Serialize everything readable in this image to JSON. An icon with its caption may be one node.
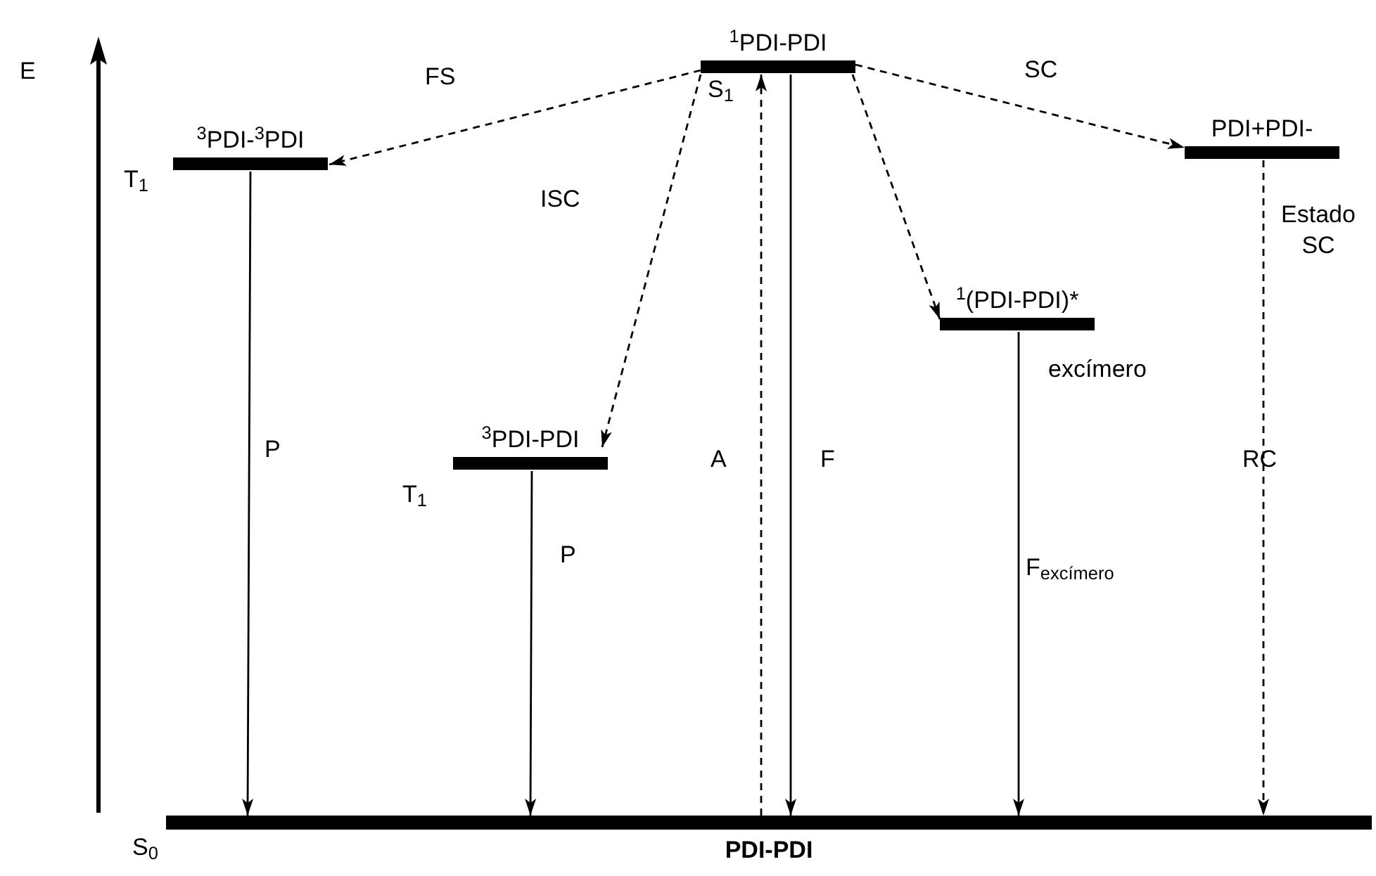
{
  "diagram": {
    "nodes": [
      {
        "text": [
          "$^{1}$PDI-PDI"
        ],
        "beside": [
          "S$_{1}$"
        ]
      },
      {
        "text": [
          "$^{3}$PDI-$^{3}$PDI"
        ],
        "beside": [
          "T$_{1}$"
        ]
      },
      {
        "text": [
          "$^{3}$PDI-PDI"
        ],
        "beside": [
          "T$_{1}$"
        ]
      },
      {
        "text": [
          "$^{1}$(PDI-PDI)*"
        ],
        "beside": [
          "excímero"
        ]
      },
      {
        "text": [
          "PDI+PDI-"
        ],
        "beside": [
          "Estado SC"
        ]
      },
      {
        "text": [
          "PDI-PDI"
        ],
        "beside": [
          "S$_{0}$"
        ]
      }
    ],
    "edges": [
      {
        "from": 0,
        "to": 1,
        "arrow": "to",
        "label": "FS",
        "style": "dashed"
      },
      {
        "from": 0,
        "to": 2,
        "arrow": "to",
        "label": "ISC",
        "style": "dashed"
      },
      {
        "from": 0,
        "to": 3,
        "arrow": "to",
        "style": "dashed"
      },
      {
        "from": 0,
        "to": 4,
        "arrow": "to",
        "label": "SC",
        "style": "dashed"
      },
      {
        "from": 5,
        "to": 0,
        "arrow": "to",
        "label": "A",
        "style": "dashed"
      },
      {
        "from": 0,
        "to": 5,
        "arrow": "to",
        "label": "F"
      },
      {
        "from": 1,
        "to": 5,
        "arrow": "to",
        "label": "P"
      },
      {
        "from": 2,
        "to": 5,
        "arrow": "to",
        "label": "P"
      },
      {
        "from": 3,
        "to": 5,
        "arrow": "to",
        "label": "F$_{excímero}$"
      },
      {
        "from": 4,
        "to": 5,
        "arrow": "to",
        "label": "RC",
        "style": "dashed"
      }
    ],
    "labels": [
      "E"
    ]
  }
}
